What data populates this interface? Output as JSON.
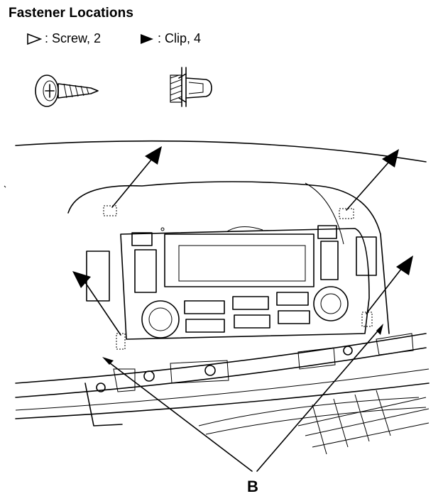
{
  "title": "Fastener Locations",
  "legend": {
    "screw_label": ": Screw, 2",
    "clip_label": ": Clip, 4"
  },
  "callout_label": "B",
  "icons": {
    "screw": "hollow-triangle-icon",
    "clip": "filled-triangle-icon"
  }
}
